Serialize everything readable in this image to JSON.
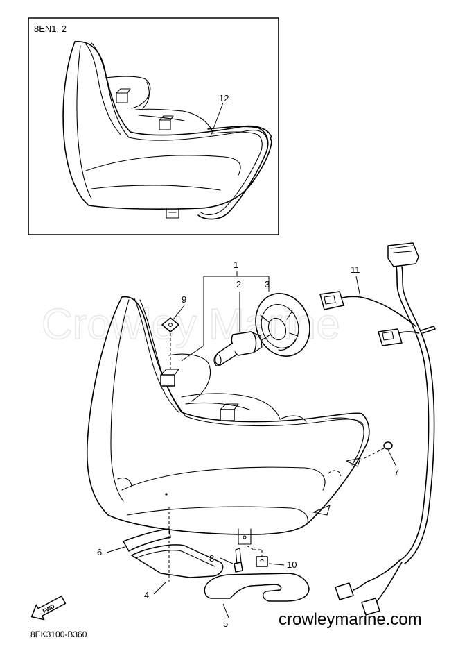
{
  "inset": {
    "title": "8EN1, 2"
  },
  "watermark": "Crowley Marine",
  "callouts": {
    "c1": "1",
    "c2": "2",
    "c3": "3",
    "c4": "4",
    "c5": "5",
    "c6": "6",
    "c7": "7",
    "c8": "8",
    "c9": "9",
    "c10": "10",
    "c11": "11",
    "c12": "12"
  },
  "fwd_label": "FWD",
  "footer": {
    "diagram_code": "8EK3100-B360",
    "site": "crowleymarine.com"
  },
  "icons": [
    "headlight-assembly",
    "bulb",
    "bulb-socket",
    "wire-harness",
    "fwd-arrow-icon"
  ],
  "colors": {
    "line": "#000000",
    "background": "#ffffff",
    "watermark": "#e6e6e6"
  }
}
